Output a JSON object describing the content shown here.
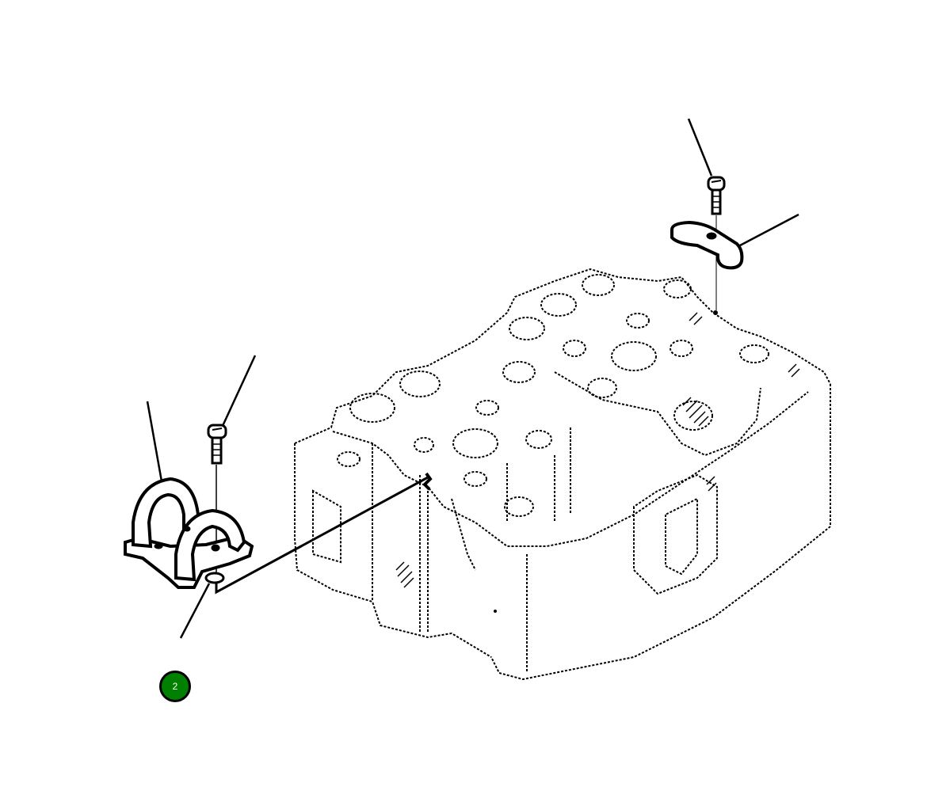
{
  "diagram": {
    "type": "exploded-parts-illustration",
    "subject": "cylinder-head-assembly",
    "parts": [
      {
        "name": "cylinder-head",
        "style": "dashed-outline"
      },
      {
        "name": "lifting-bracket-front",
        "style": "solid-outline"
      },
      {
        "name": "lifting-bracket-rear",
        "style": "solid-outline"
      },
      {
        "name": "bolt-front",
        "style": "solid-outline"
      },
      {
        "name": "bolt-rear",
        "style": "solid-outline"
      },
      {
        "name": "washer",
        "style": "solid-outline"
      }
    ],
    "leader_lines": 5
  },
  "callouts": [
    {
      "label": "2",
      "fill": "#008000",
      "border": "#000000",
      "text_color": "#ffffff"
    }
  ],
  "colors": {
    "background": "#ffffff",
    "line": "#000000",
    "callout_fill": "#008000"
  }
}
